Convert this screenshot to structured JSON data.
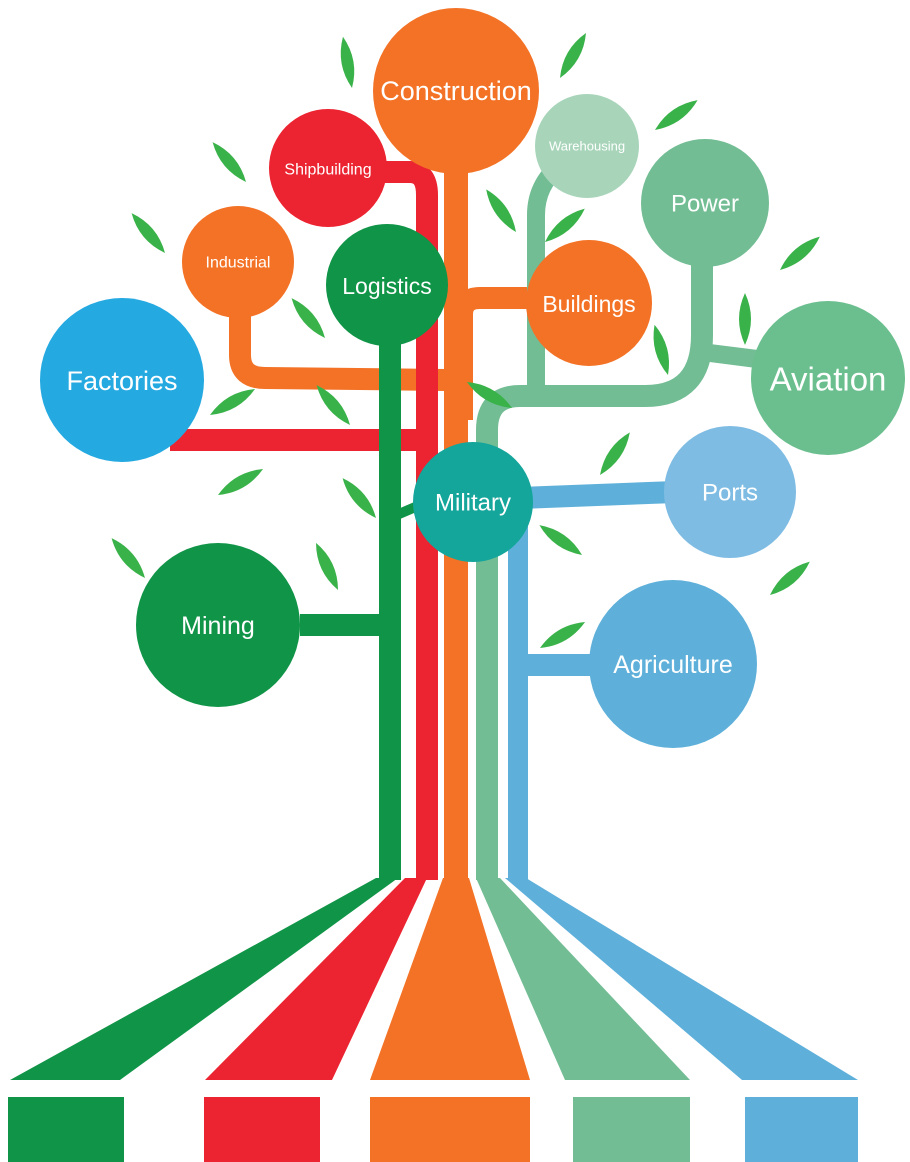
{
  "colors": {
    "dark_green": "#109447",
    "red": "#EC2330",
    "orange": "#F37226",
    "sage": "#72BD94",
    "blue": "#5EB0DA",
    "sky": "#25A9E1",
    "teal": "#14A59B",
    "light_sage": "#A8D5BA",
    "medium_sage": "#6BBF8E",
    "ports_blue": "#7FBCE3",
    "leaf": "#3AB24A"
  },
  "nodes": {
    "construction": {
      "label": "Construction"
    },
    "warehousing": {
      "label": "Warehousing"
    },
    "shipbuilding": {
      "label": "Shipbuilding"
    },
    "power": {
      "label": "Power"
    },
    "industrial": {
      "label": "Industrial"
    },
    "logistics": {
      "label": "Logistics"
    },
    "buildings": {
      "label": "Buildings"
    },
    "factories": {
      "label": "Factories"
    },
    "aviation": {
      "label": "Aviation"
    },
    "military": {
      "label": "Military"
    },
    "ports": {
      "label": "Ports"
    },
    "mining": {
      "label": "Mining"
    },
    "agriculture": {
      "label": "Agriculture"
    }
  },
  "legend": {
    "swatches": [
      "dark_green",
      "red",
      "orange",
      "sage",
      "blue"
    ]
  }
}
